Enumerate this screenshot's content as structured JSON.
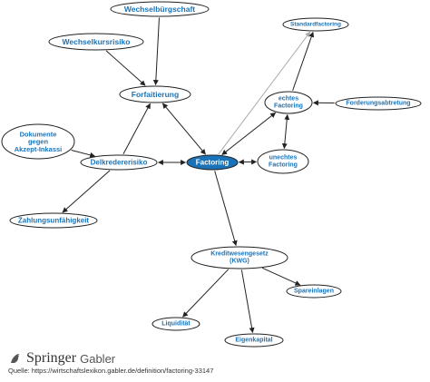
{
  "nodes": [
    {
      "id": "wechselbuergschaft",
      "lines": [
        "Wechselbürgschaft"
      ],
      "center": false
    },
    {
      "id": "wechselkursrisiko",
      "lines": [
        "Wechselkursrisiko"
      ],
      "center": false
    },
    {
      "id": "forfaitierung",
      "lines": [
        "Forfaitierung"
      ],
      "center": false
    },
    {
      "id": "dokumente",
      "lines": [
        "Dokumente",
        "gegen",
        "Akzept-Inkassi"
      ],
      "center": false
    },
    {
      "id": "delkredererisiko",
      "lines": [
        "Delkredererisiko"
      ],
      "center": false
    },
    {
      "id": "factoring",
      "lines": [
        "Factoring"
      ],
      "center": true
    },
    {
      "id": "zahlungsunfaehigkeit",
      "lines": [
        "Zahlungsunfähigkeit"
      ],
      "center": false
    },
    {
      "id": "standardfactoring",
      "lines": [
        "Standardfactoring"
      ],
      "center": false
    },
    {
      "id": "echtes_factoring",
      "lines": [
        "echtes",
        "Factoring"
      ],
      "center": false
    },
    {
      "id": "forderungsabtretung",
      "lines": [
        "Forderungsabtretung"
      ],
      "center": false
    },
    {
      "id": "unechtes_factoring",
      "lines": [
        "unechtes",
        "Factoring"
      ],
      "center": false
    },
    {
      "id": "kwg",
      "lines": [
        "Kreditwesengesetz",
        "(KWG)"
      ],
      "center": false
    },
    {
      "id": "spareinlagen",
      "lines": [
        "Spareinlagen"
      ],
      "center": false
    },
    {
      "id": "liquiditaet",
      "lines": [
        "Liquidität"
      ],
      "center": false
    },
    {
      "id": "eigenkapital",
      "lines": [
        "Eigenkapital"
      ],
      "center": false
    }
  ],
  "edges": [
    {
      "from": "wechselbuergschaft",
      "to": "forfaitierung",
      "style": "single"
    },
    {
      "from": "wechselkursrisiko",
      "to": "forfaitierung",
      "style": "single"
    },
    {
      "from": "dokumente",
      "to": "delkredererisiko",
      "style": "single"
    },
    {
      "from": "delkredererisiko",
      "to": "forfaitierung",
      "style": "single"
    },
    {
      "from": "forfaitierung",
      "to": "factoring",
      "style": "double"
    },
    {
      "from": "delkredererisiko",
      "to": "factoring",
      "style": "double"
    },
    {
      "from": "delkredererisiko",
      "to": "zahlungsunfaehigkeit",
      "style": "single"
    },
    {
      "from": "factoring",
      "to": "standardfactoring",
      "style": "gray"
    },
    {
      "from": "echtes_factoring",
      "to": "standardfactoring",
      "style": "single"
    },
    {
      "from": "factoring",
      "to": "echtes_factoring",
      "style": "double"
    },
    {
      "from": "forderungsabtretung",
      "to": "echtes_factoring",
      "style": "single"
    },
    {
      "from": "echtes_factoring",
      "to": "unechtes_factoring",
      "style": "double"
    },
    {
      "from": "factoring",
      "to": "unechtes_factoring",
      "style": "double"
    },
    {
      "from": "factoring",
      "to": "kwg",
      "style": "single"
    },
    {
      "from": "kwg",
      "to": "spareinlagen",
      "style": "single"
    },
    {
      "from": "kwg",
      "to": "liquiditaet",
      "style": "single"
    },
    {
      "from": "kwg",
      "to": "eigenkapital",
      "style": "single"
    }
  ],
  "colors": {
    "accent": "#1a73b8",
    "node_fill": "#ffffff",
    "node_stroke": "#222222",
    "center_fill": "#1a73b8",
    "edge": "#222222",
    "edge_gray": "#aaaaaa"
  },
  "footer": {
    "brand_name": "Springer",
    "brand_sub": "Gabler",
    "source": "Quelle: https://wirtschaftslexikon.gabler.de/definition/factoring-33147"
  }
}
